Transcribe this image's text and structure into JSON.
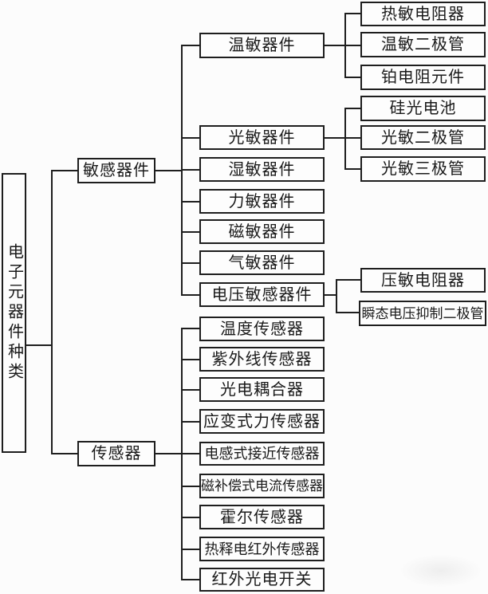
{
  "diagram": {
    "colors": {
      "line": "#1e1e1e",
      "background": "#fcfcfc",
      "box_fill": "#fdfdfd",
      "text": "#1a1a1a"
    },
    "root": {
      "label": "电子元器件种类"
    },
    "branches": [
      {
        "label": "敏感器件",
        "children": [
          {
            "label": "温敏器件",
            "children": [
              {
                "label": "热敏电阻器"
              },
              {
                "label": "温敏二极管"
              },
              {
                "label": "铂电阻元件"
              }
            ]
          },
          {
            "label": "光敏器件",
            "children": [
              {
                "label": "硅光电池"
              },
              {
                "label": "光敏二极管"
              },
              {
                "label": "光敏三极管"
              }
            ]
          },
          {
            "label": "湿敏器件",
            "children": []
          },
          {
            "label": "力敏器件",
            "children": []
          },
          {
            "label": "磁敏器件",
            "children": []
          },
          {
            "label": "气敏器件",
            "children": []
          },
          {
            "label": "电压敏感器件",
            "children": [
              {
                "label": "压敏电阻器"
              },
              {
                "label": "瞬态电压抑制二极管"
              }
            ]
          }
        ]
      },
      {
        "label": "传感器",
        "children": [
          {
            "label": "温度传感器"
          },
          {
            "label": "紫外线传感器"
          },
          {
            "label": "光电耦合器"
          },
          {
            "label": "应变式力传感器"
          },
          {
            "label": "电感式接近传感器"
          },
          {
            "label": "磁补偿式电流传感器"
          },
          {
            "label": "霍尔传感器"
          },
          {
            "label": "热释电红外传感器"
          },
          {
            "label": "红外光电开关"
          }
        ]
      }
    ]
  }
}
